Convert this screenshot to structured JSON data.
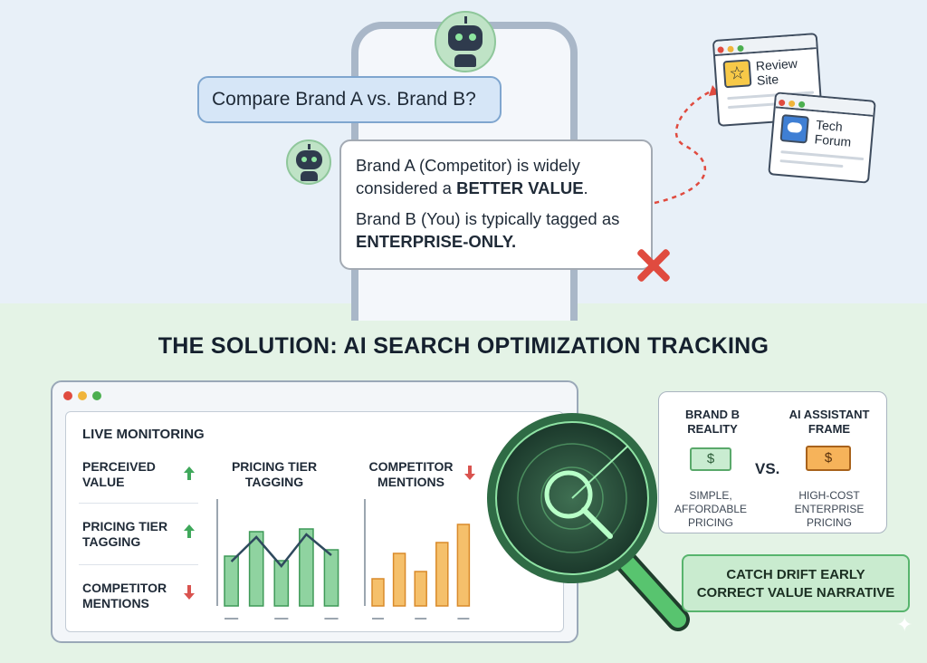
{
  "chat": {
    "user_question": "Compare Brand A vs. Brand B?",
    "ai_line1_prefix": "Brand A (Competitor) is widely considered a ",
    "ai_line1_bold": "BETTER VALUE",
    "ai_line1_suffix": ".",
    "ai_line2_prefix": "Brand B (You) is typically tagged as ",
    "ai_line2_bold": "ENTERPRISE-ONLY."
  },
  "sources": [
    {
      "label": "Review Site",
      "icon": "star-icon"
    },
    {
      "label": "Tech Forum",
      "icon": "chat-bubble-icon"
    }
  ],
  "solution_title": "THE SOLUTION: AI SEARCH OPTIMIZATION TRACKING",
  "dashboard": {
    "heading": "LIVE MONITORING",
    "metrics": [
      {
        "label": "PERCEIVED VALUE",
        "trend": "up"
      },
      {
        "label": "PRICING TIER TAGGING",
        "trend": "up"
      },
      {
        "label": "COMPETITOR MENTIONS",
        "trend": "down"
      }
    ],
    "charts": [
      {
        "title": "PRICING TIER TAGGING",
        "trend": "none",
        "type": "bar+line",
        "bar_color": "#8fd3a0",
        "values": [
          0.55,
          0.82,
          0.5,
          0.85,
          0.62
        ]
      },
      {
        "title": "COMPETITOR MENTIONS",
        "trend": "down",
        "type": "bar",
        "bar_color": "#f5c06b",
        "values": [
          0.3,
          0.58,
          0.38,
          0.7,
          0.9
        ]
      }
    ]
  },
  "comparison": {
    "left": {
      "heading": "BRAND B REALITY",
      "symbol": "$",
      "desc": "SIMPLE, AFFORDABLE PRICING"
    },
    "vs": "VS.",
    "right": {
      "heading": "AI ASSISTANT FRAME",
      "symbol": "$",
      "desc": "HIGH-COST ENTERPRISE PRICING"
    }
  },
  "cta": {
    "line1": "CATCH DRIFT EARLY",
    "line2": "CORRECT VALUE NARRATIVE"
  },
  "colors": {
    "accent_green": "#3fa85b",
    "alert_red": "#e04b3f",
    "orange": "#f0a33a"
  }
}
